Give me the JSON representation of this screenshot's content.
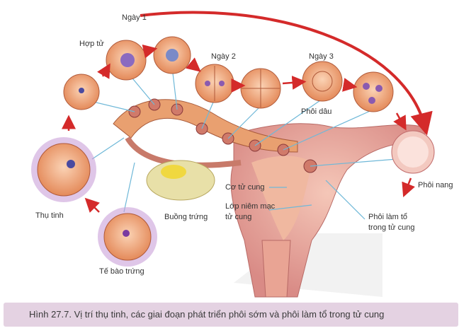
{
  "labels": {
    "day1": "Ngày 1",
    "zygote": "Hợp tử",
    "day2": "Ngày 2",
    "day3": "Ngày 3",
    "morula": "Phôi dâu",
    "blastocyst": "Phôi nang",
    "fertilization": "Thụ tinh",
    "egg_cell": "Tế bào trứng",
    "ovary": "Buồng trứng",
    "uterine_muscle": "Cơ tử cung",
    "endometrium_1": "Lớp niêm mạc",
    "endometrium_2": "tử cung",
    "implantation_1": "Phôi làm tổ",
    "implantation_2": "trong tử cung"
  },
  "caption": "Hình 27.7. Vị trí thụ tinh, các giai đoạn phát triển phôi sớm và phôi làm tổ trong tử cung",
  "colors": {
    "arrow": "#d42a2a",
    "cell": "#f2b08a",
    "uterus": "#e8a0a0",
    "caption_bg": "#e4d2e2"
  }
}
